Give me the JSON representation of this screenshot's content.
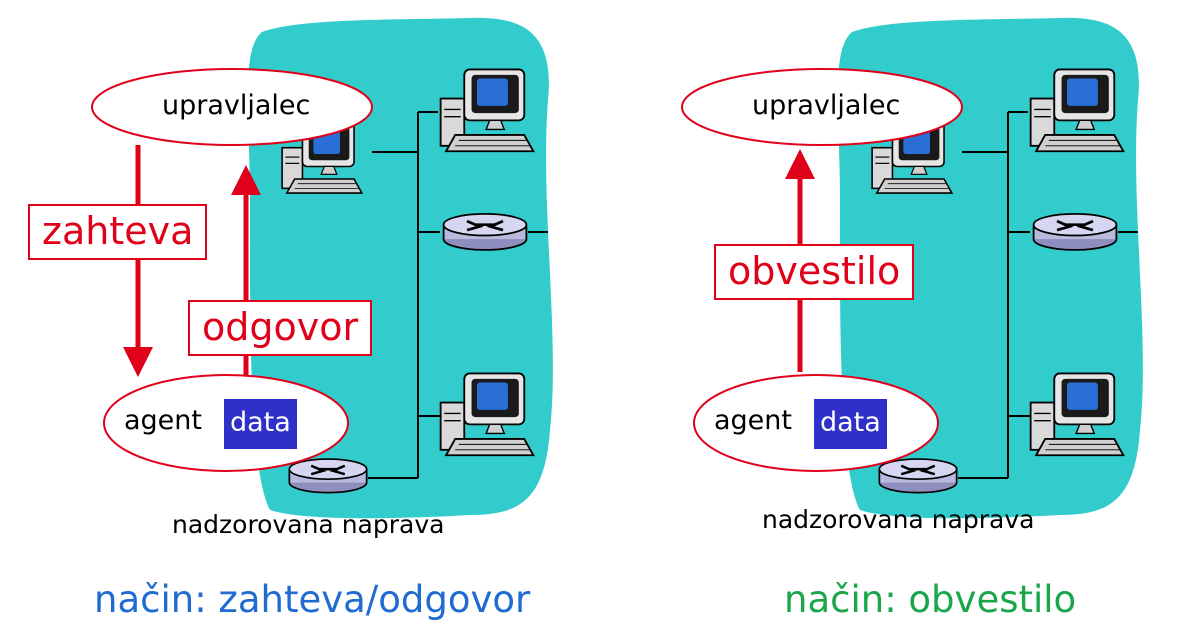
{
  "left": {
    "manager": "upravljalec",
    "agent": "agent",
    "data": "data",
    "request": "zahteva",
    "response": "odgovor",
    "device": "nadzorovana naprava",
    "mode": "način: zahteva/odgovor"
  },
  "right": {
    "manager": "upravljalec",
    "agent": "agent",
    "data": "data",
    "notification": "obvestilo",
    "device": "nadzorovana naprava",
    "mode": "način: obvestilo"
  },
  "colors": {
    "network": "#33cccc",
    "arrow": "#e0001a",
    "data_box": "#2f2fc9",
    "mode_left": "#1f6bd1",
    "mode_right": "#1aa64a"
  },
  "icons": [
    "computer-icon",
    "router-icon"
  ]
}
